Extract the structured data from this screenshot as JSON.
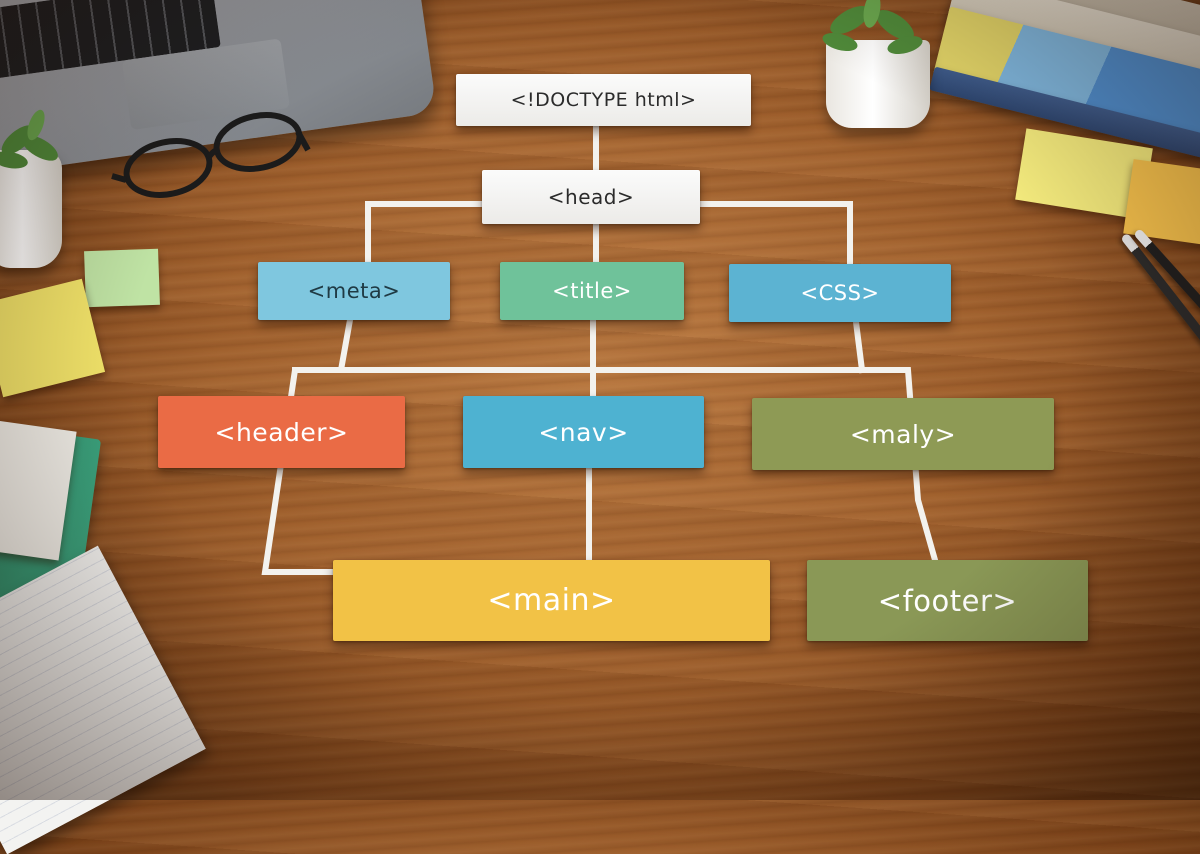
{
  "scene": {
    "description_free": true,
    "cards": {
      "doctype": "<!DOCTYPE html>",
      "head": "<head>",
      "meta": "<meta>",
      "title": "<title>",
      "css": "<CSS>",
      "header": "<header>",
      "nav": "<nav>",
      "maly": "<maly>",
      "main": "<main>",
      "footer": "<footer>"
    }
  },
  "colors": {
    "doctype_card": "#f4f3f0",
    "head_card": "#f1f0ed",
    "meta_card": "#7fc7df",
    "title_card": "#6fc29a",
    "css_card": "#5cb3d2",
    "header_card": "#ea6b45",
    "nav_card": "#4eb2d1",
    "maly_card": "#8e9a55",
    "main_card": "#f2c246",
    "footer_card": "#8a9856",
    "connector": "#f3f2ee",
    "wood": "#9f5f2c"
  },
  "icons": [
    "laptop-icon",
    "glasses-icon",
    "plant-icon",
    "book-stack-icon",
    "sticky-note-icon",
    "pen-icon",
    "notebook-icon"
  ]
}
